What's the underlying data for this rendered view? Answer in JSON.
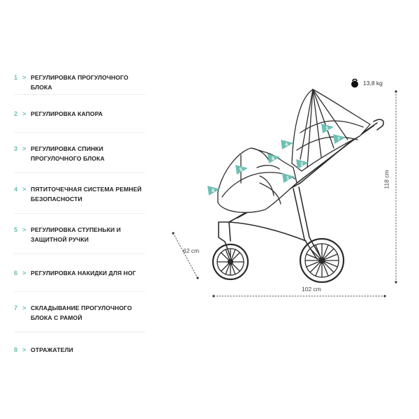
{
  "features": [
    {
      "num": "1",
      "arrow": ">",
      "text": "РЕГУЛИРОВКА ПРОГУЛОЧНОГО БЛОКА"
    },
    {
      "num": "2",
      "arrow": ">",
      "text": "РЕГУЛИРОВКА КАПОРА"
    },
    {
      "num": "3",
      "arrow": ">",
      "text": "РЕГУЛИРОВКА СПИНКИ ПРОГУЛОЧНОГО БЛОКА"
    },
    {
      "num": "4",
      "arrow": ">",
      "text": "ПЯТИТОЧЕЧНАЯ СИСТЕМА РЕМНЕЙ БЕЗОПАСНОСТИ"
    },
    {
      "num": "5",
      "arrow": ">",
      "text": "РЕГУЛИРОВКА СТУПЕНЬКИ И ЗАЩИТНОЙ РУЧКИ"
    },
    {
      "num": "6",
      "arrow": ">",
      "text": "РЕГУЛИРОВКА НАКИДКИ ДЛЯ НОГ"
    },
    {
      "num": "7",
      "arrow": ">",
      "text": "СКЛАДЫВАНИЕ ПРОГУЛОЧНОГО БЛОКА С РАМОЙ"
    },
    {
      "num": "8",
      "arrow": ">",
      "text": "ОТРАЖАТЕЛИ"
    }
  ],
  "weight": {
    "label": "13,8 kg",
    "icon": "kettlebell-icon"
  },
  "dimensions": {
    "height": "118 cm",
    "length": "102 cm",
    "width": "62 cm"
  },
  "markers": [
    "1",
    "2",
    "3",
    "4",
    "5",
    "6",
    "7",
    "8"
  ],
  "colors": {
    "accent": "#6bbfae",
    "marker": "#6fbfb3",
    "line": "#2b2b2b"
  }
}
